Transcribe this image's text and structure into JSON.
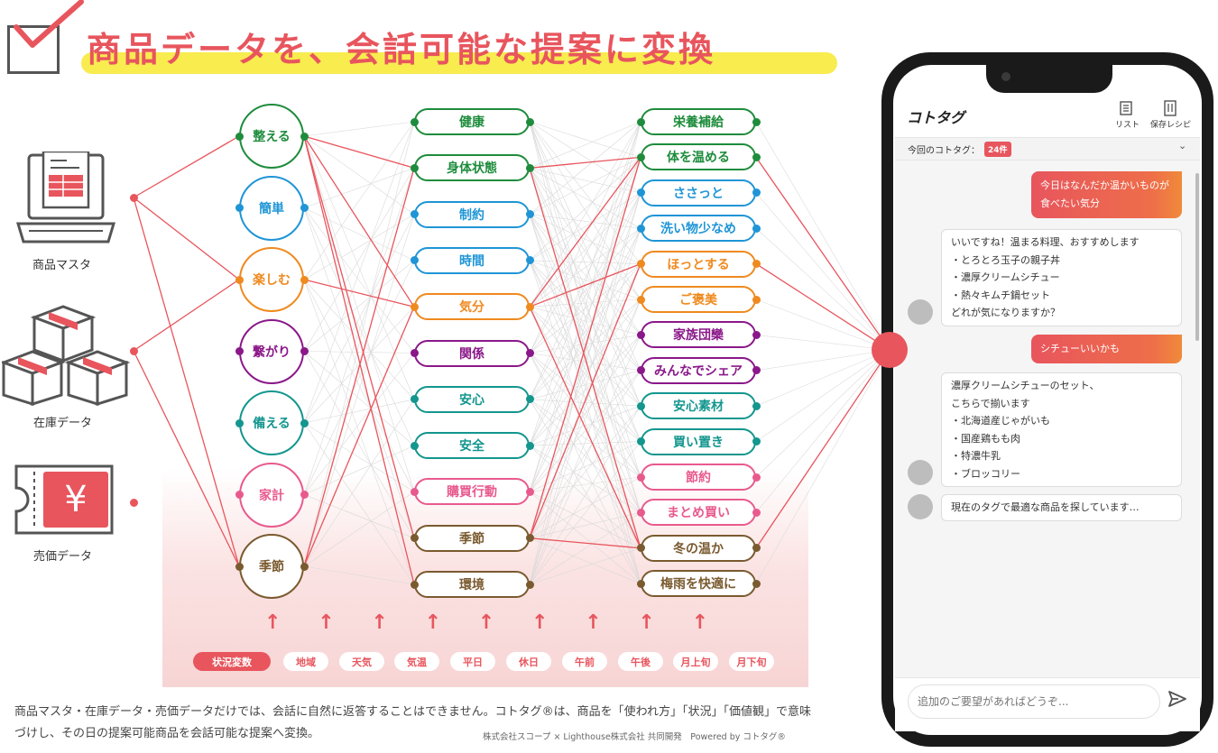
{
  "title": "商品データを、会話可能な提案に変換",
  "sources": [
    {
      "label": "商品マスタ",
      "icon": "laptop-icon"
    },
    {
      "label": "在庫データ",
      "icon": "boxes-icon"
    },
    {
      "label": "売価データ",
      "icon": "yen-ticket-icon"
    }
  ],
  "col1": [
    {
      "label": "整える",
      "color": "#1e8c3c"
    },
    {
      "label": "簡単",
      "color": "#1f95d6"
    },
    {
      "label": "楽しむ",
      "color": "#ef8a1f"
    },
    {
      "label": "繋がり",
      "color": "#8a1889"
    },
    {
      "label": "備える",
      "color": "#13968e"
    },
    {
      "label": "家計",
      "color": "#e85a8e"
    },
    {
      "label": "季節",
      "color": "#7a5a2f"
    }
  ],
  "col2": [
    {
      "label": "健康",
      "color": "#1e8c3c"
    },
    {
      "label": "身体状態",
      "color": "#1e8c3c"
    },
    {
      "label": "制約",
      "color": "#1f95d6"
    },
    {
      "label": "時間",
      "color": "#1f95d6"
    },
    {
      "label": "気分",
      "color": "#ef8a1f"
    },
    {
      "label": "関係",
      "color": "#8a1889"
    },
    {
      "label": "安心",
      "color": "#13968e"
    },
    {
      "label": "安全",
      "color": "#13968e"
    },
    {
      "label": "購買行動",
      "color": "#e85a8e"
    },
    {
      "label": "季節",
      "color": "#7a5a2f"
    },
    {
      "label": "環境",
      "color": "#7a5a2f"
    }
  ],
  "col3": [
    {
      "label": "栄養補給",
      "color": "#1e8c3c"
    },
    {
      "label": "体を温める",
      "color": "#1e8c3c"
    },
    {
      "label": "ささっと",
      "color": "#1f95d6"
    },
    {
      "label": "洗い物少なめ",
      "color": "#1f95d6"
    },
    {
      "label": "ほっとする",
      "color": "#ef8a1f"
    },
    {
      "label": "ご褒美",
      "color": "#ef8a1f"
    },
    {
      "label": "家族団欒",
      "color": "#8a1889"
    },
    {
      "label": "みんなでシェア",
      "color": "#8a1889"
    },
    {
      "label": "安心素材",
      "color": "#13968e"
    },
    {
      "label": "買い置き",
      "color": "#13968e"
    },
    {
      "label": "節約",
      "color": "#e85a8e"
    },
    {
      "label": "まとめ買い",
      "color": "#e85a8e"
    },
    {
      "label": "冬の温か",
      "color": "#7a5a2f"
    },
    {
      "label": "梅雨を快適に",
      "color": "#7a5a2f"
    }
  ],
  "variables": [
    "状況変数",
    "地域",
    "天気",
    "気温",
    "平日",
    "休日",
    "午前",
    "午後",
    "月上旬",
    "月下旬"
  ],
  "footer": {
    "description": "商品マスタ・在庫データ・売価データだけでは、会話に自然に返答することはできません。コトタグ®は、商品を「使われ方」「状況」「価値観」で意味づけし、その日の提案可能商品を会話可能な提案へ変換。",
    "credit": "株式会社スコープ × Lighthouse株式会社 共同開発　Powered by コトタグ®"
  },
  "phone": {
    "app_name": "コトタグ",
    "header_buttons": [
      {
        "label": "リスト",
        "icon": "list-icon"
      },
      {
        "label": "保存レシピ",
        "icon": "recipe-icon"
      }
    ],
    "tag_label": "今回のコトタグ：",
    "tag_count": "24件",
    "messages": [
      {
        "role": "user",
        "lines": [
          "今日はなんだか温かいものが",
          "食べたい気分"
        ]
      },
      {
        "role": "bot",
        "lines": [
          "いいですね！温まる料理、おすすめします",
          "・とろとろ玉子の親子丼",
          "・濃厚クリームシチュー",
          "・熱々キムチ鍋セット",
          "どれが気になりますか？"
        ]
      },
      {
        "role": "user",
        "lines": [
          "シチューいいかも"
        ]
      },
      {
        "role": "bot",
        "lines": [
          "濃厚クリームシチューのセット、",
          "こちらで揃います",
          "・北海道産じゃがいも",
          "・国産鶏もも肉",
          "・特濃牛乳",
          "・ブロッコリー"
        ]
      },
      {
        "role": "bot",
        "lines": [
          "現在のタグで最適な商品を探しています…"
        ]
      }
    ],
    "input_placeholder": "追加のご要望があればどうぞ..."
  },
  "colors": {
    "accent": "#e8555d",
    "highlight": "#f8ec4f"
  }
}
